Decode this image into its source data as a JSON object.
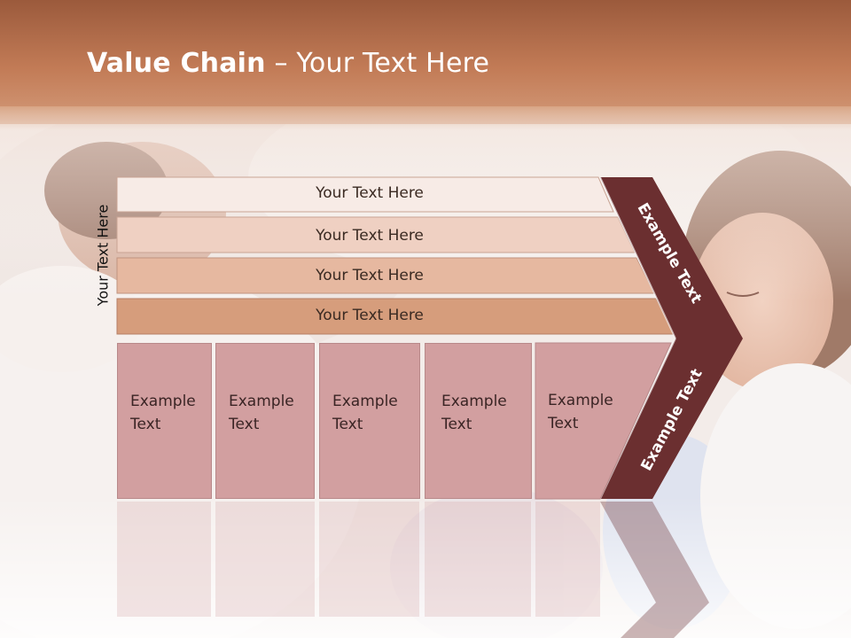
{
  "slide": {
    "title_bold": "Value Chain",
    "title_rest": " – Your Text Here",
    "side_label": "Your Text Here"
  },
  "bars": [
    {
      "label": "Your Text Here",
      "color": "#f7ebe6"
    },
    {
      "label": "Your Text Here",
      "color": "#efd0c2"
    },
    {
      "label": "Your Text Here",
      "color": "#e6b8a0"
    },
    {
      "label": "Your Text Here",
      "color": "#d69d7c"
    }
  ],
  "boxes": [
    {
      "label": "Example Text"
    },
    {
      "label": "Example Text"
    },
    {
      "label": "Example Text"
    },
    {
      "label": "Example Text"
    },
    {
      "label": "Example Text"
    }
  ],
  "arrow": {
    "top_label": "Example Text",
    "bottom_label": "Example Text",
    "color": "#6b2f30"
  },
  "colors": {
    "header": "#b8714f",
    "box": "#d29fa0",
    "background": "#f2e9e6"
  }
}
